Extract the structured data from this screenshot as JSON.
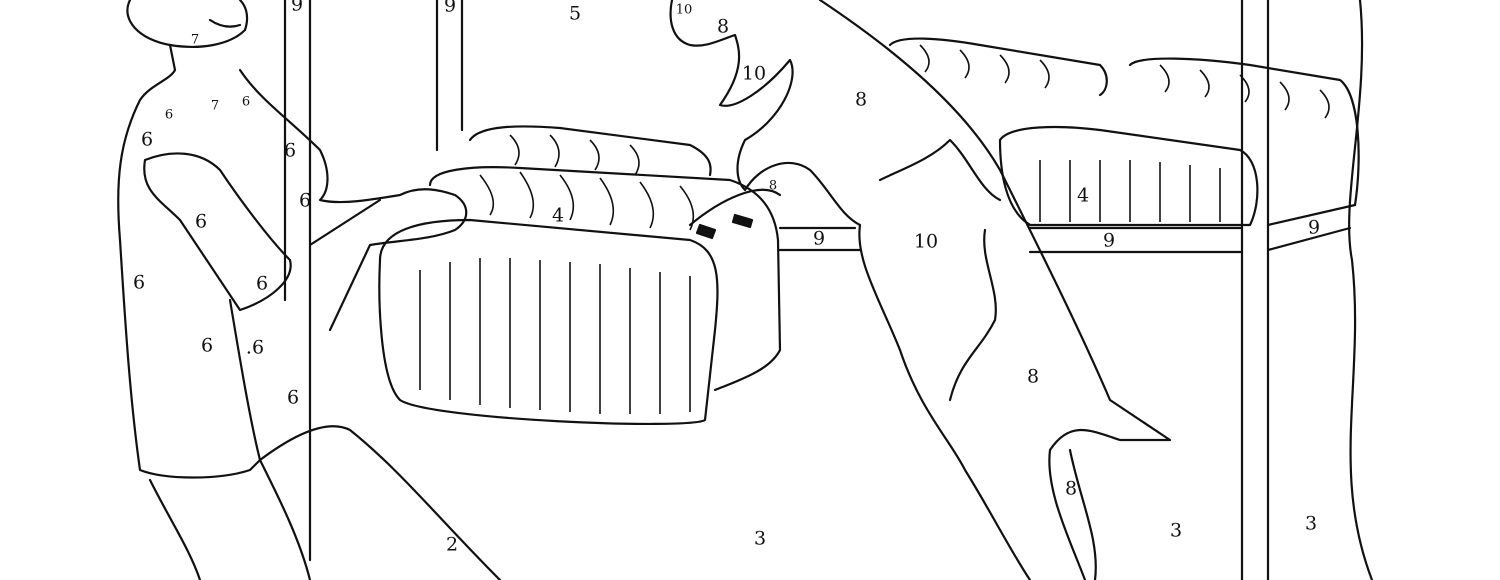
{
  "image": {
    "kind": "color-by-number coloring page",
    "colors": {
      "line": "#111111",
      "paper": "#ffffff"
    }
  },
  "labels": [
    "9",
    "9",
    "5",
    "10",
    "8",
    "7",
    "10",
    "8",
    "6",
    "7",
    "6",
    "6",
    "6",
    "6",
    "8",
    "4",
    "4",
    "6",
    "9",
    "10",
    "9",
    "9",
    "6",
    "6",
    "6",
    ".6",
    "6",
    "8",
    "8",
    "2",
    "3",
    "3",
    "3"
  ]
}
